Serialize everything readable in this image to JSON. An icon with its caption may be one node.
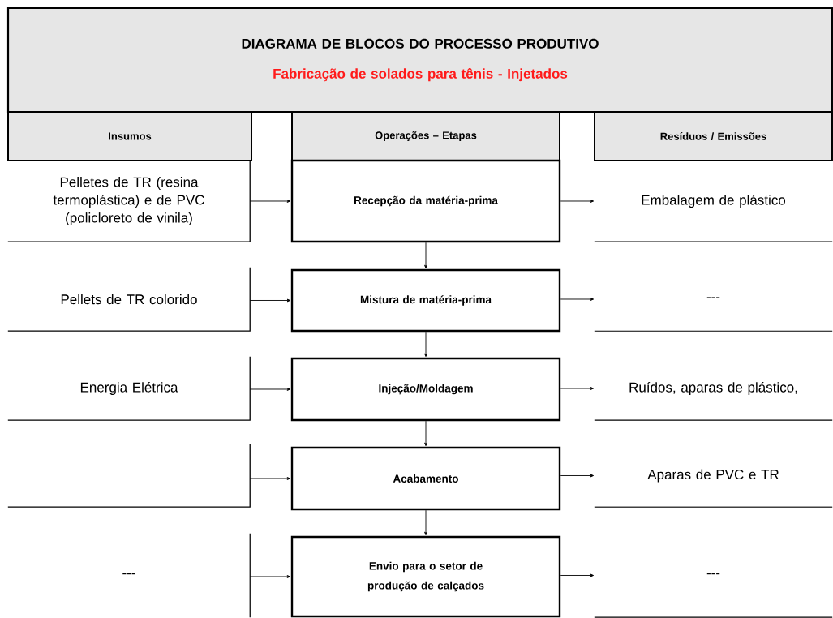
{
  "diagram": {
    "nodes": [
      {
        "text": [
          "DIAGRAMA DE BLOCOS DO PROCESSO PRODUTIVO",
          "Fabricação de solados para tênis - Injetados"
        ]
      },
      {
        "text": [
          "Insumos"
        ]
      },
      {
        "text": [
          "Operações – Etapas"
        ]
      },
      {
        "text": [
          "Resíduos / Emissões"
        ]
      },
      {
        "text": [
          "Pelletes de TR (resina termoplástica) e de PVC (policloreto de vinila)"
        ]
      },
      {
        "text": [
          "Recepção da matéria-prima"
        ]
      },
      {
        "text": [
          "Embalagem de plástico"
        ]
      },
      {
        "text": [
          "Pellets de TR colorido"
        ]
      },
      {
        "text": [
          "Mistura de matéria-prima"
        ]
      },
      {
        "text": [
          "---"
        ]
      },
      {
        "text": [
          "Energia Elétrica"
        ]
      },
      {
        "text": [
          "Injeção/Moldagem"
        ]
      },
      {
        "text": [
          "Ruídos, aparas de plástico,"
        ]
      },
      {
        "text": [],
        "shape": "box"
      },
      {
        "text": [
          "Acabamento"
        ]
      },
      {
        "text": [
          "Aparas de PVC e TR"
        ]
      },
      {
        "text": [
          "---"
        ]
      },
      {
        "text": [
          "Envio para o setor de produção de calçados"
        ]
      },
      {
        "text": [
          "---"
        ]
      }
    ],
    "edges": [
      {
        "from": 4,
        "to": 5,
        "arrow": "to"
      },
      {
        "from": 5,
        "to": 6,
        "arrow": "to"
      },
      {
        "from": 5,
        "to": 8,
        "arrow": "to"
      },
      {
        "from": 7,
        "to": 8,
        "arrow": "to"
      },
      {
        "from": 8,
        "to": 9,
        "arrow": "to"
      },
      {
        "from": 8,
        "to": 11,
        "arrow": "to"
      },
      {
        "from": 10,
        "to": 11,
        "arrow": "to"
      },
      {
        "from": 11,
        "to": 12,
        "arrow": "to"
      },
      {
        "from": 11,
        "to": 14,
        "arrow": "to"
      },
      {
        "from": 13,
        "to": 14,
        "arrow": "to"
      },
      {
        "from": 14,
        "to": 15,
        "arrow": "to"
      },
      {
        "from": 14,
        "to": 17,
        "arrow": "to"
      },
      {
        "from": 16,
        "to": 17,
        "arrow": "to"
      },
      {
        "from": 17,
        "to": 18,
        "arrow": "to"
      }
    ]
  }
}
